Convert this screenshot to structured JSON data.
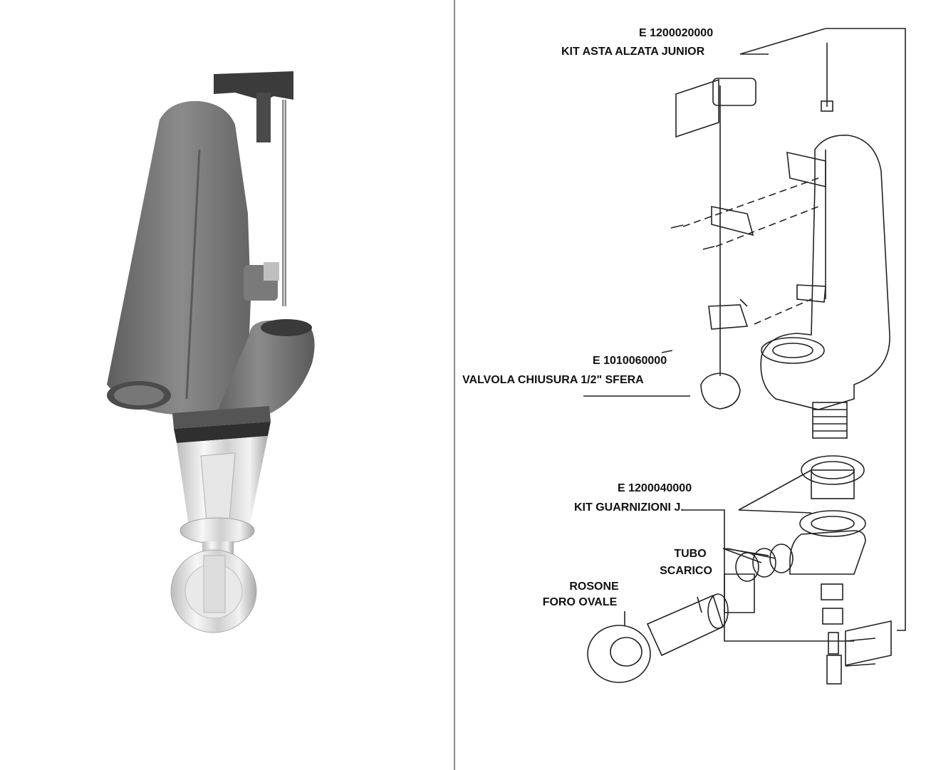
{
  "labels": {
    "asta_code": "E 1200020000",
    "asta_name": "KIT ASTA ALZATA JUNIOR",
    "valvola_code": "E 1010060000",
    "valvola_name": "VALVOLA CHIUSURA 1/2\" SFERA",
    "guarnizioni_code": "E 1200040000",
    "guarnizioni_name": "KIT GUARNIZIONI J.",
    "tubo_line1": "TUBO",
    "tubo_line2": "SCARICO",
    "rosone_line1": "ROSONE",
    "rosone_line2": "FORO OVALE"
  },
  "colors": {
    "body_grey": "#6f6f6f",
    "chrome": "#d9d9d9",
    "line": "#222222",
    "divider": "#8a8a8a"
  }
}
